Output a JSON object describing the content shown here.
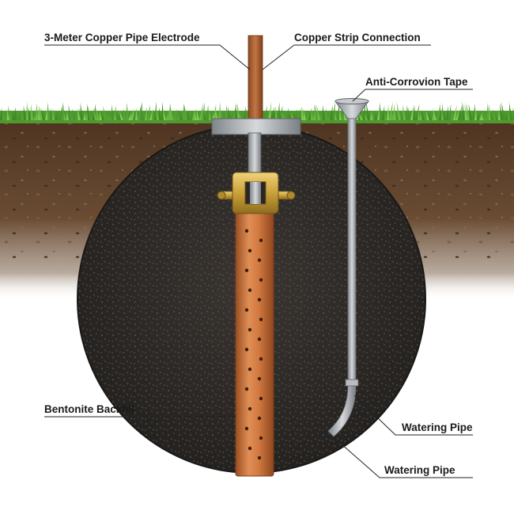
{
  "labels": {
    "electrode": "3-Meter Copper Pipe Electrode",
    "strip": "Copper Strip Connection",
    "tape": "Anti-Corrovion Tape",
    "backfill": "Bentonite Backfill",
    "watering_pipe_1": "Watering Pipe",
    "watering_pipe_2": "Watering Pipe"
  },
  "colors": {
    "sky": "#ffffff",
    "grass": "#5ea83a",
    "soil": "#5b3f2a",
    "backfill": "#2e2a27",
    "copper": "#c8733c",
    "brass": "#c9a13a",
    "steel": "#a9adb1"
  }
}
